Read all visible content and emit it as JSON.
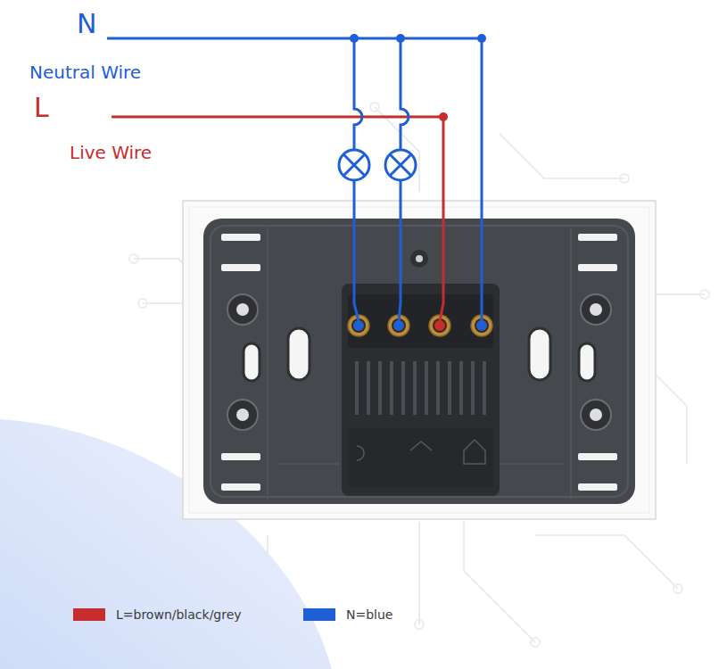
{
  "diagram": {
    "labels": [
      "N",
      "Neutral Wire",
      "L",
      "Live Wire"
    ],
    "legend": [
      {
        "text": "L=brown/black/grey",
        "color": "#c62d2d"
      },
      {
        "text": "N=blue",
        "color": "#1f5fd6"
      }
    ]
  }
}
